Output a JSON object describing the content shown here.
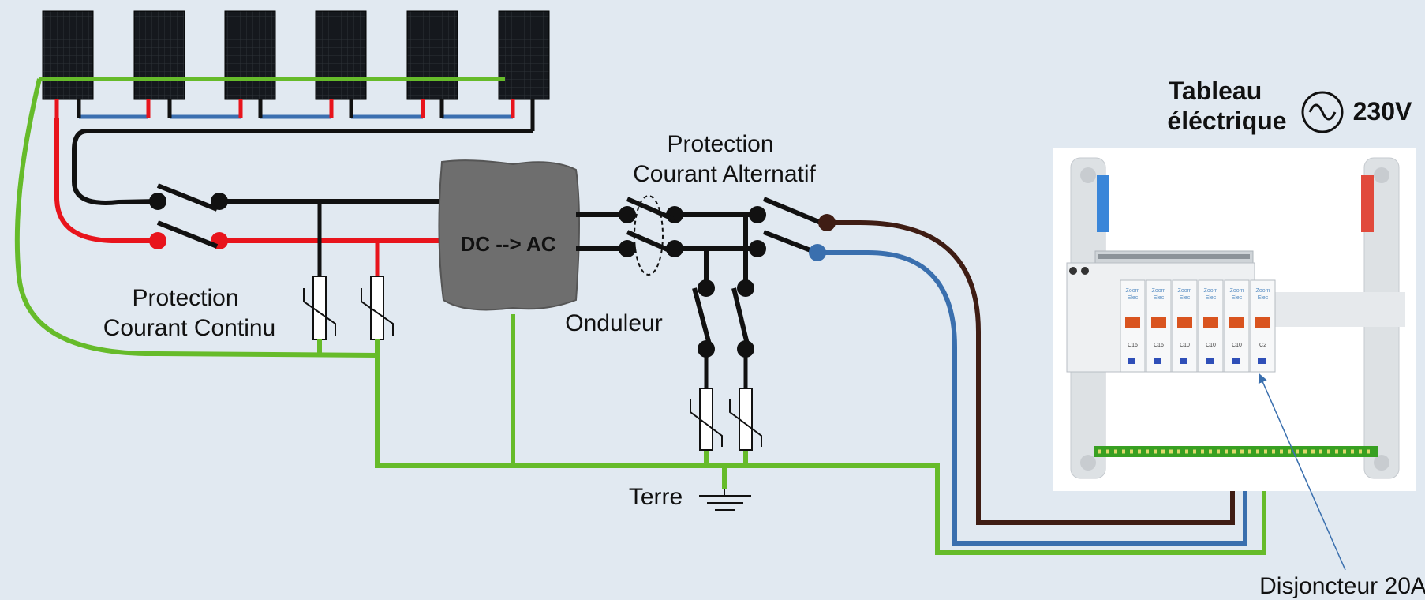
{
  "labels": {
    "protection_dc_line1": "Protection",
    "protection_dc_line2": "Courant Continu",
    "protection_ac_line1": "Protection",
    "protection_ac_line2": "Courant Alternatif",
    "inverter_text": "DC --> AC",
    "inverter_name": "Onduleur",
    "earth": "Terre",
    "panel_line1": "Tableau",
    "panel_line2": "éléctrique",
    "voltage": "230V",
    "breaker": "Disjoncteur 20A"
  },
  "panel_modules": [
    {
      "brand": "Zoom",
      "brand2": "Elec",
      "rating": "C16"
    },
    {
      "brand": "Zoom",
      "brand2": "Elec",
      "rating": "C16"
    },
    {
      "brand": "Zoom",
      "brand2": "Elec",
      "rating": "C10"
    },
    {
      "brand": "Zoom",
      "brand2": "Elec",
      "rating": "C10"
    },
    {
      "brand": "Zoom",
      "brand2": "Elec",
      "rating": "C10"
    },
    {
      "brand": "Zoom",
      "brand2": "Elec",
      "rating": "C2"
    }
  ],
  "colors": {
    "background": "#e1e9f1",
    "dc_negative": "#111111",
    "dc_positive": "#e8141c",
    "earth": "#66bb2a",
    "ac_phase": "#3f1d14",
    "ac_neutral": "#3a6fae",
    "panel_cable": "#3b6fb0",
    "inverter": "#6e6e6e"
  },
  "icons": {
    "solar_panel": "solar-panel-icon",
    "ac_symbol": "sine-wave-icon",
    "earth": "ground-icon",
    "surge_arrester": "varistor-icon"
  }
}
